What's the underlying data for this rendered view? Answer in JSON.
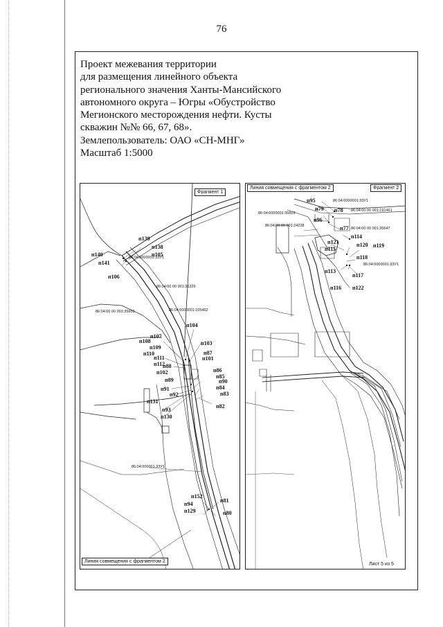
{
  "page": {
    "number": "76"
  },
  "title_lines": [
    "Проект межевания территории",
    "для размещения линейного объекта",
    "регионального значения Ханты-Мансийского",
    "автономного  округа – Югры «Обустройство",
    "Мегионского месторождения нефти. Кусты",
    "скважин №№ 66, 67, 68».",
    "Землепользователь:  ОАО «СН-МНГ»",
    "Масштаб 1:5000"
  ],
  "map1": {
    "fragment_label": "Фрагмент 1",
    "bottom_label": "Линия совмещения с фрагментом 2",
    "cadastral": [
      "86:04:0000001:3ЗУ1",
      "86:04:00 00 001:31326",
      "86:04:00 00 001:35603",
      "86:04:0000001:105462",
      "86:04:000001.3ЗУ1"
    ],
    "points": [
      "п139",
      "п138",
      "п140",
      "п105",
      "п141",
      "п106",
      "п104",
      "п107",
      "п108",
      "п103",
      "п109",
      "п110",
      "п111",
      "п87",
      "п101",
      "п112",
      "п88",
      "п102",
      "п86",
      "п85",
      "п89",
      "п90",
      "п84",
      "п91",
      "п92",
      "п83",
      "п131",
      "п82",
      "п93",
      "п130",
      "п152",
      "п81",
      "п94",
      "п129",
      "п80"
    ]
  },
  "map2": {
    "top_label": "Линия совмещения с фрагментом 2",
    "fragment_label": "Фрагмент 2",
    "sheet_label": "Лист 5 из 5",
    "cadastral": [
      "86:04:0000001:3ЗУ1",
      "86:04:0000001:35603",
      "86:04:00 00 001:191461",
      "86:04:00 00 001:24238",
      "86:04:00 00 001:35647",
      "86:04:0000001.3ЗУ1"
    ],
    "points": [
      "п95",
      "п79",
      "п78",
      "п96",
      "п77",
      "п114",
      "п121",
      "п120",
      "п119",
      "п115",
      "п118",
      "п113",
      "п117",
      "п116",
      "п122"
    ]
  }
}
